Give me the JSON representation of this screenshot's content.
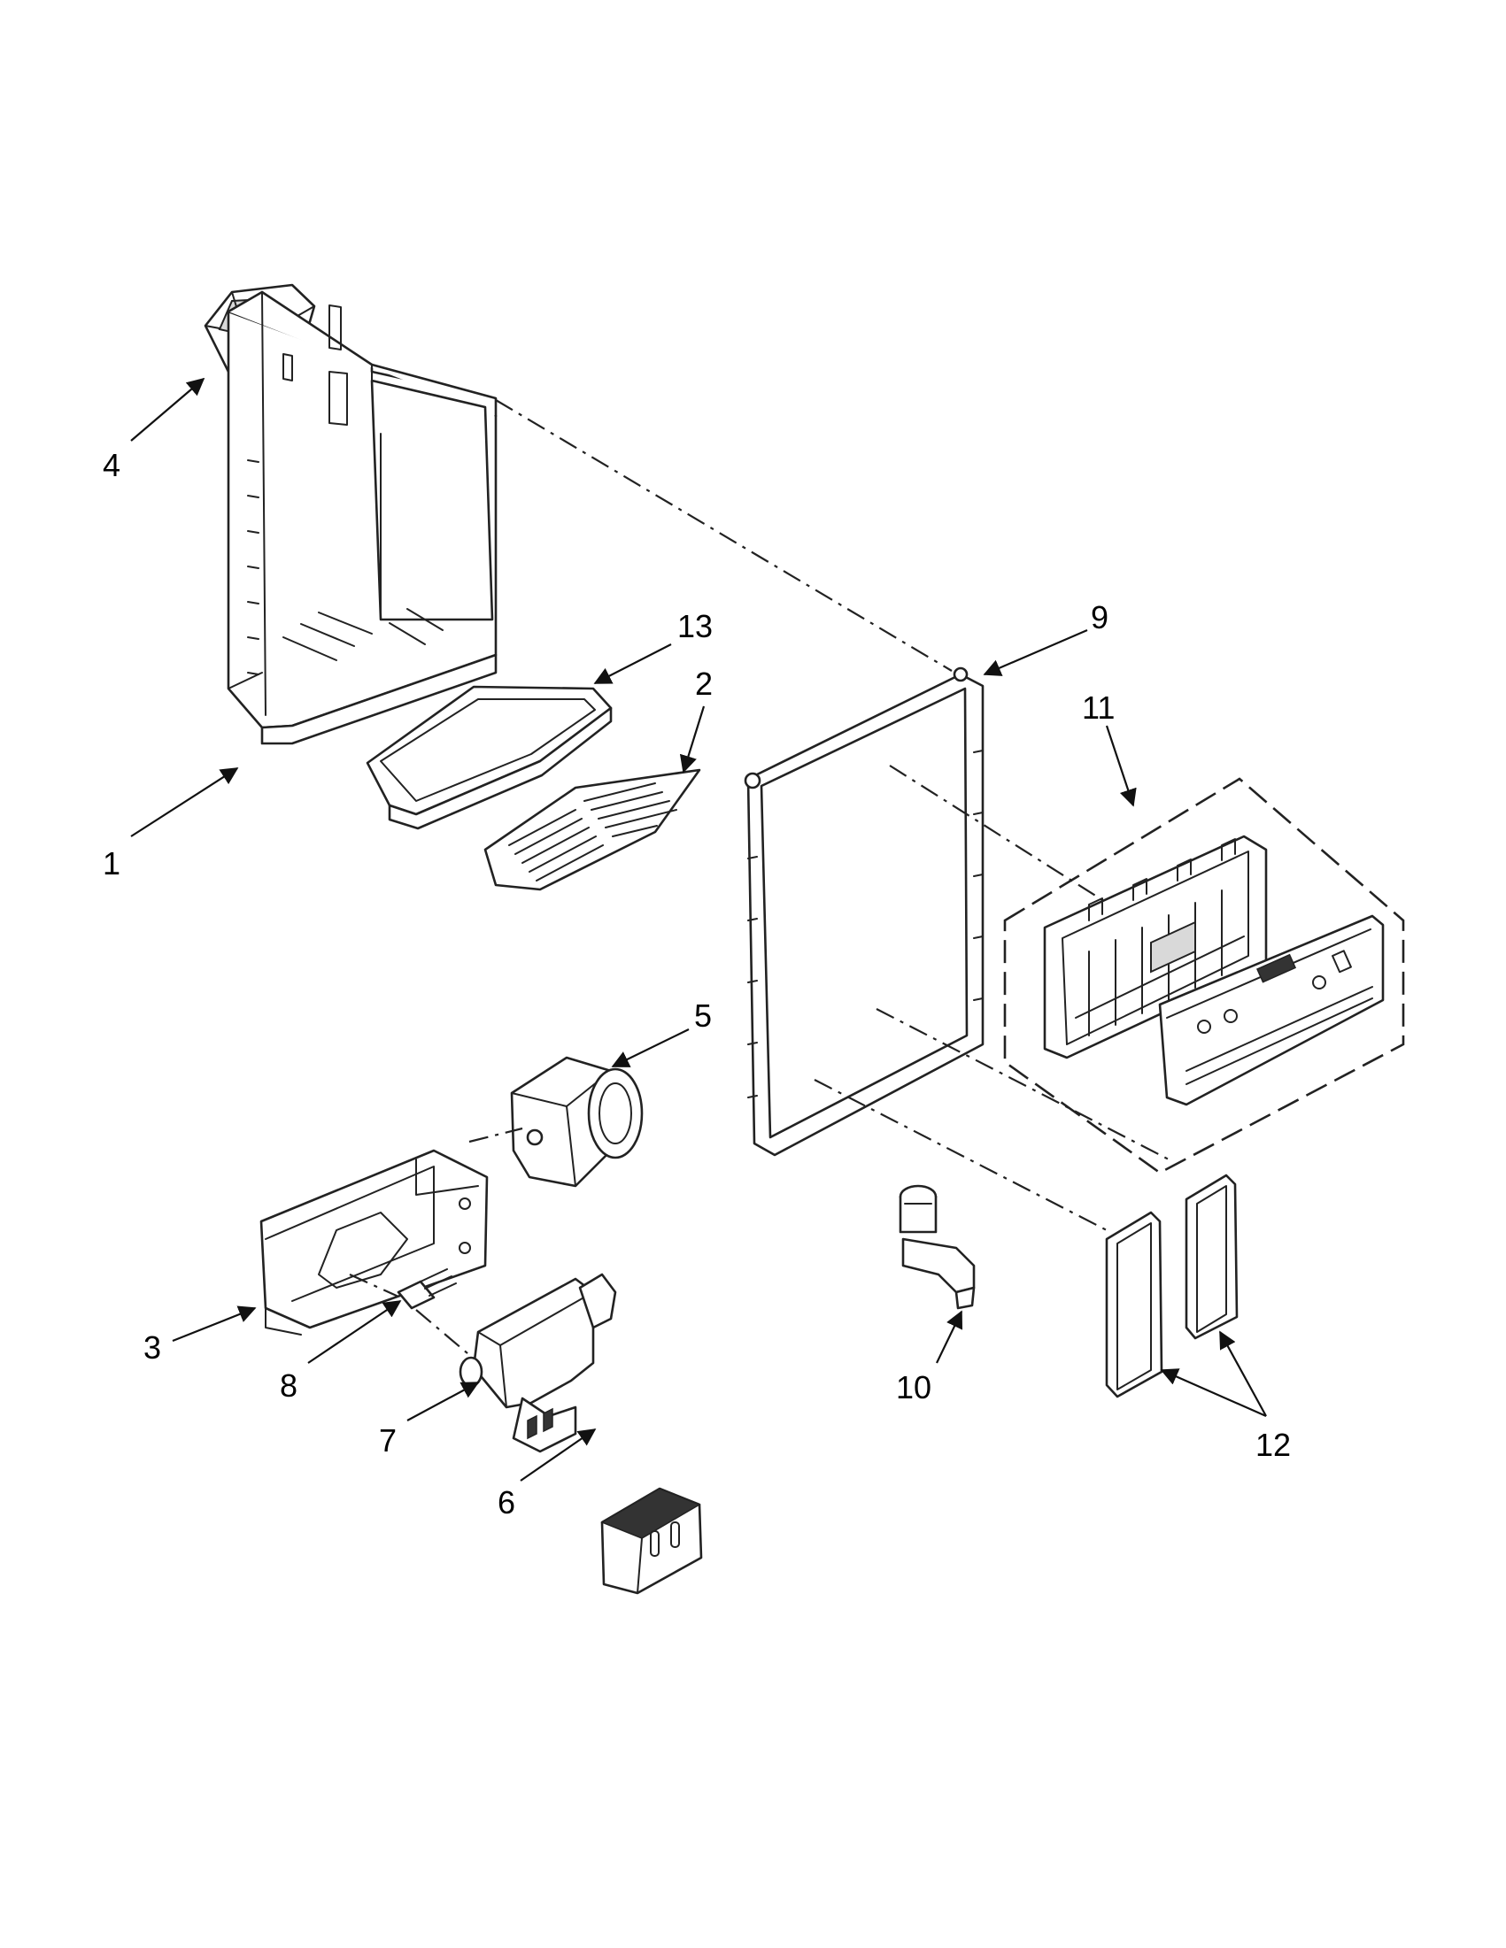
{
  "callouts": [
    {
      "id": "c1",
      "label": "1"
    },
    {
      "id": "c2",
      "label": "2"
    },
    {
      "id": "c3",
      "label": "3"
    },
    {
      "id": "c4",
      "label": "4"
    },
    {
      "id": "c5",
      "label": "5"
    },
    {
      "id": "c6",
      "label": "6"
    },
    {
      "id": "c7",
      "label": "7"
    },
    {
      "id": "c8",
      "label": "8"
    },
    {
      "id": "c9",
      "label": "9"
    },
    {
      "id": "c10",
      "label": "10"
    },
    {
      "id": "c11",
      "label": "11"
    },
    {
      "id": "c12",
      "label": "12"
    },
    {
      "id": "c13",
      "label": "13"
    }
  ],
  "colors": {
    "line": "#222222",
    "background": "#ffffff"
  }
}
